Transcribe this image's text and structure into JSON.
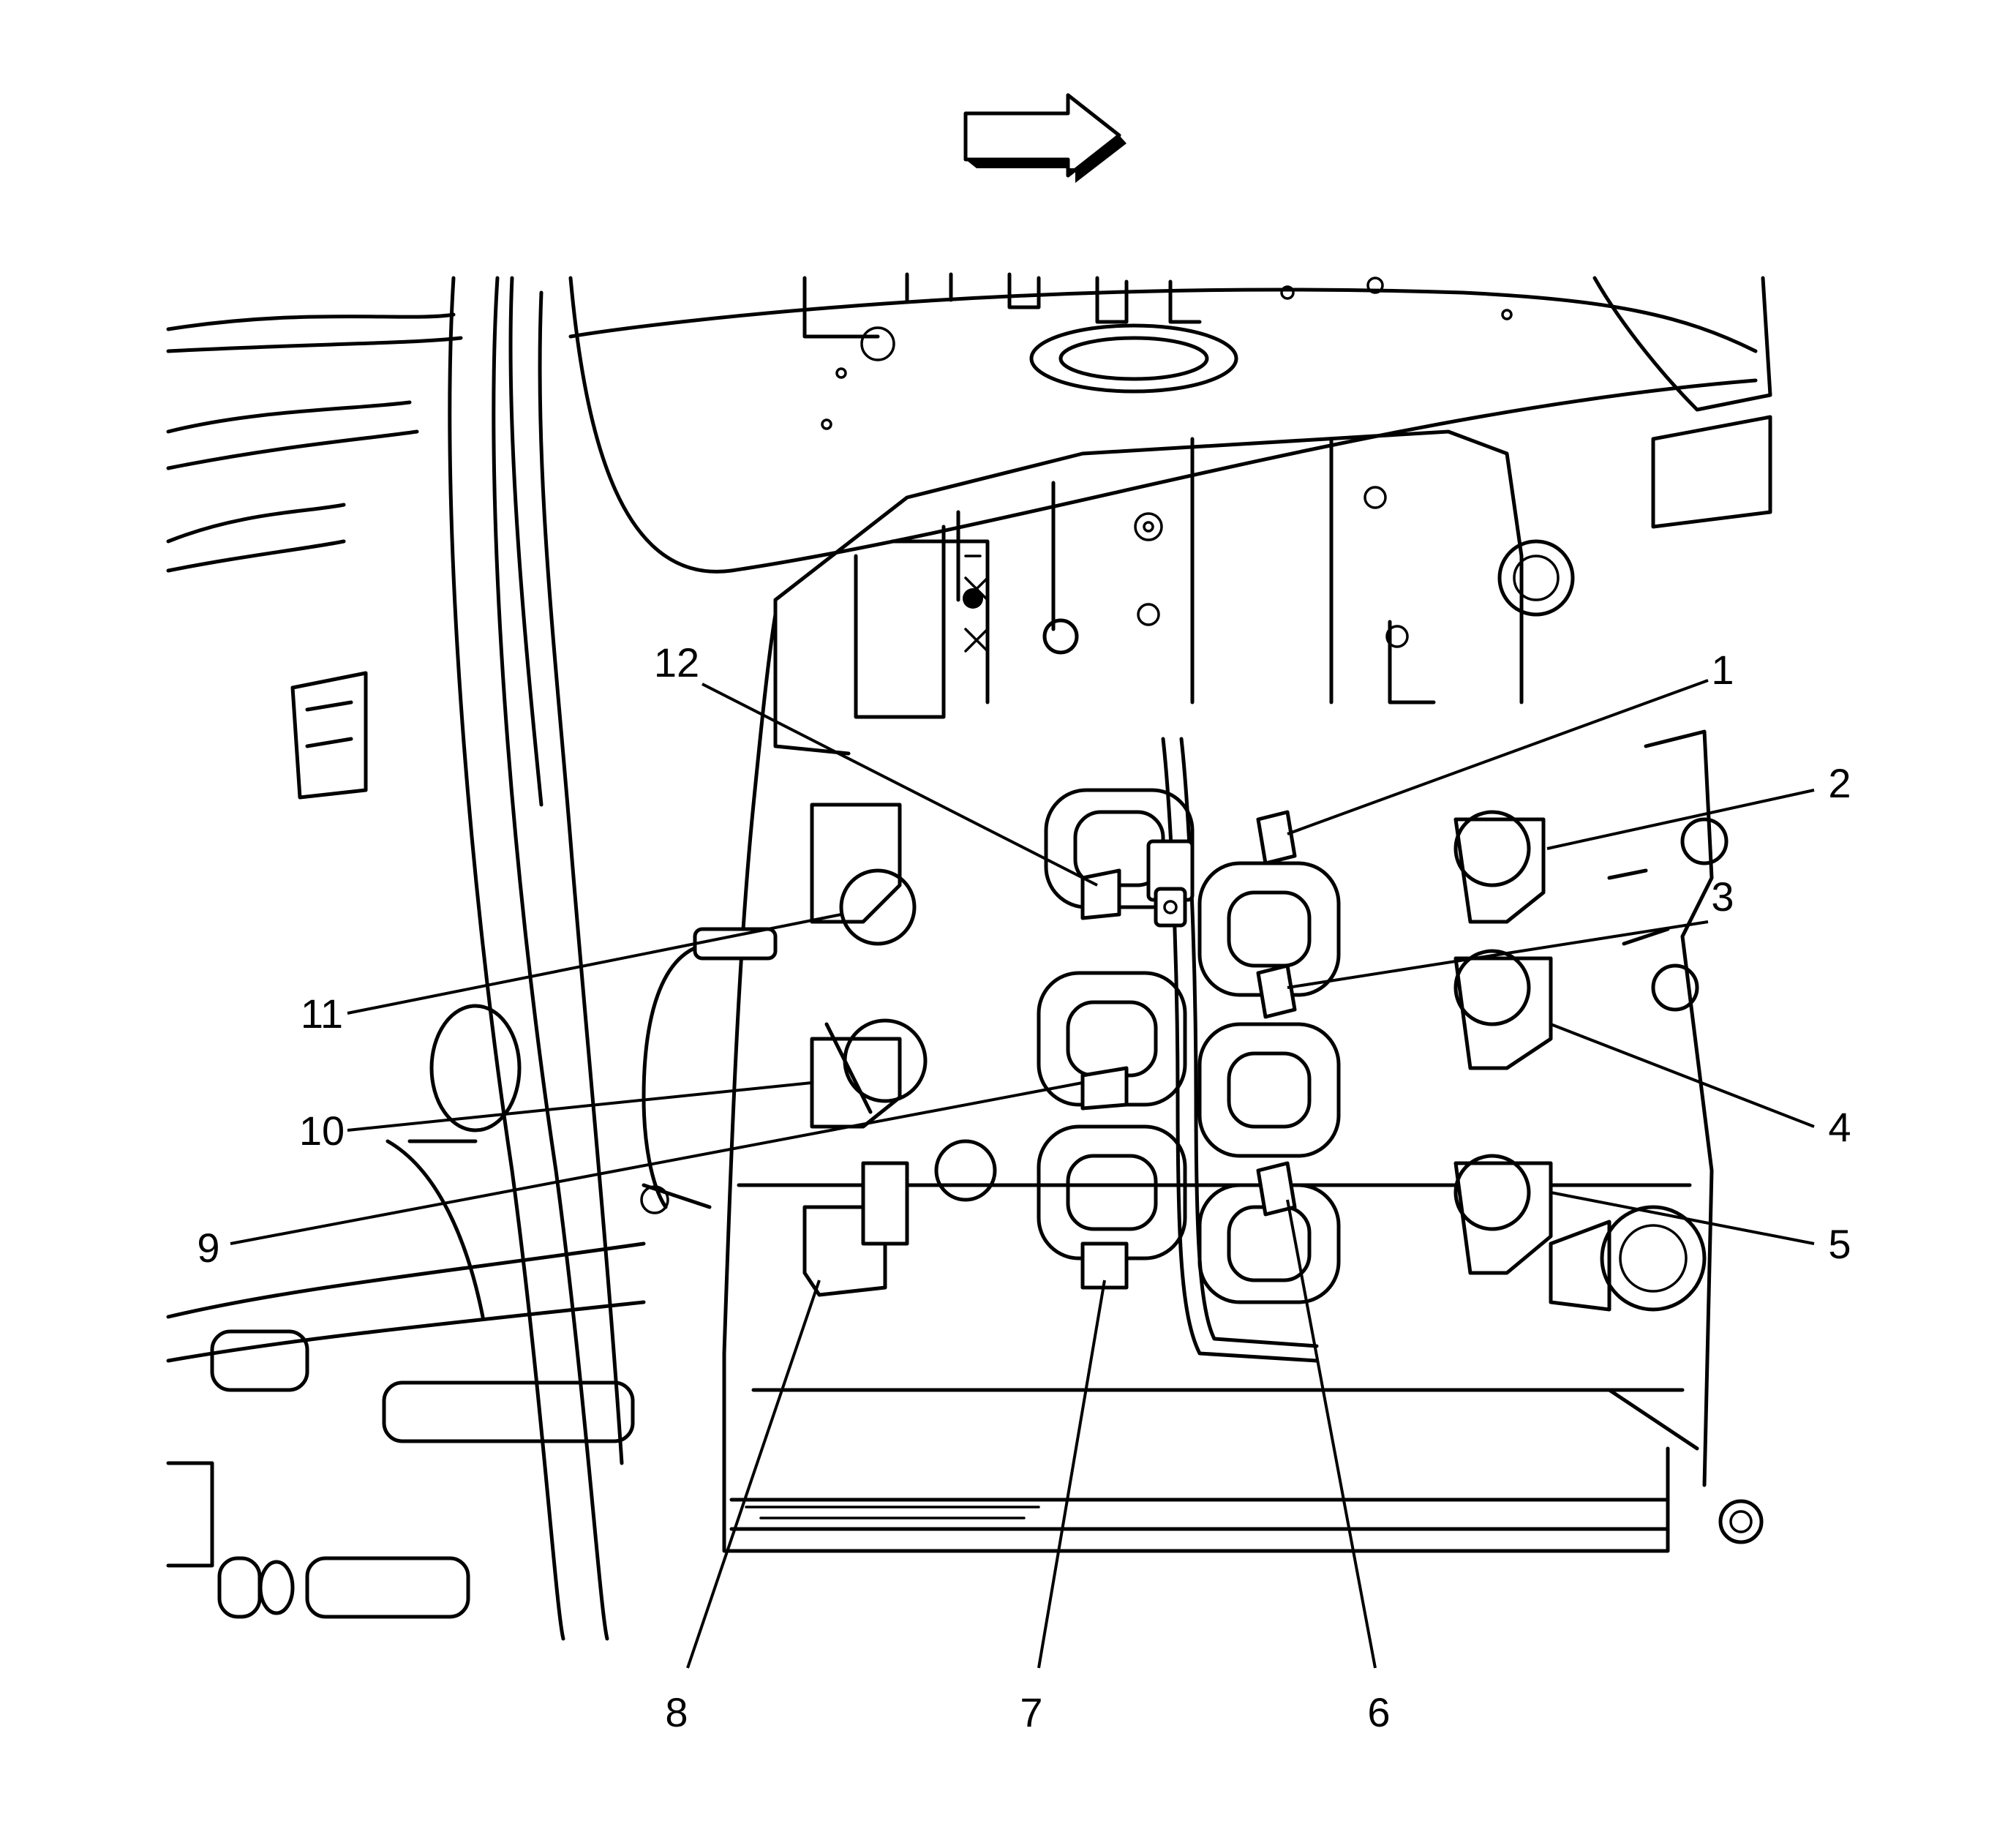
{
  "direction_indicator": {
    "icon": "forward-arrow-icon"
  },
  "callouts": [
    {
      "id": "1",
      "label": "1"
    },
    {
      "id": "2",
      "label": "2"
    },
    {
      "id": "3",
      "label": "3"
    },
    {
      "id": "4",
      "label": "4"
    },
    {
      "id": "5",
      "label": "5"
    },
    {
      "id": "6",
      "label": "6"
    },
    {
      "id": "7",
      "label": "7"
    },
    {
      "id": "8",
      "label": "8"
    },
    {
      "id": "9",
      "label": "9"
    },
    {
      "id": "10",
      "label": "10"
    },
    {
      "id": "11",
      "label": "11"
    },
    {
      "id": "12",
      "label": "12"
    }
  ],
  "colors": {
    "ink": "#000000",
    "paper": "#ffffff"
  }
}
